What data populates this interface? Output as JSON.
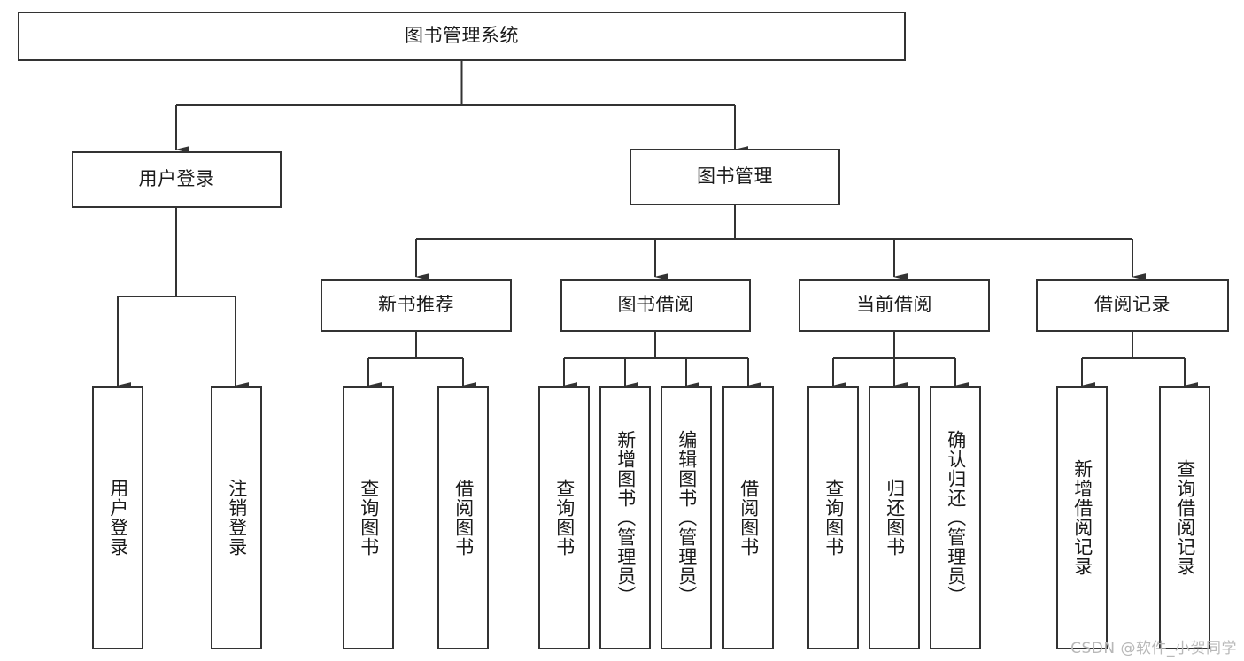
{
  "diagram": {
    "type": "tree-hierarchy-chart",
    "title": "图书管理系统",
    "root": {
      "id": "root",
      "label": "图书管理系统",
      "orientation": "horizontal"
    },
    "level2": [
      {
        "id": "user-login",
        "label": "用户登录",
        "orientation": "horizontal"
      },
      {
        "id": "book-manage",
        "label": "图书管理",
        "orientation": "horizontal"
      }
    ],
    "level3": [
      {
        "id": "new-book-recommend",
        "label": "新书推荐",
        "orientation": "horizontal",
        "parent": "book-manage"
      },
      {
        "id": "book-borrow",
        "label": "图书借阅",
        "orientation": "horizontal",
        "parent": "book-manage"
      },
      {
        "id": "current-borrow",
        "label": "当前借阅",
        "orientation": "horizontal",
        "parent": "book-manage"
      },
      {
        "id": "borrow-record",
        "label": "借阅记录",
        "orientation": "horizontal",
        "parent": "book-manage"
      }
    ],
    "leaves": [
      {
        "id": "leaf-user-login",
        "label": "用户登录",
        "parent": "user-login",
        "orientation": "vertical"
      },
      {
        "id": "leaf-logout-login",
        "label": "注销登录",
        "parent": "user-login",
        "orientation": "vertical"
      },
      {
        "id": "leaf-query-book-1",
        "label": "查询图书",
        "parent": "new-book-recommend",
        "orientation": "vertical"
      },
      {
        "id": "leaf-borrow-book-1",
        "label": "借阅图书",
        "parent": "new-book-recommend",
        "orientation": "vertical"
      },
      {
        "id": "leaf-query-book-2",
        "label": "查询图书",
        "parent": "book-borrow",
        "orientation": "vertical"
      },
      {
        "id": "leaf-add-book",
        "label": "新增图书（管理员）",
        "parent": "book-borrow",
        "orientation": "vertical"
      },
      {
        "id": "leaf-edit-book",
        "label": "编辑图书（管理员）",
        "parent": "book-borrow",
        "orientation": "vertical"
      },
      {
        "id": "leaf-borrow-book-2",
        "label": "借阅图书",
        "parent": "book-borrow",
        "orientation": "vertical"
      },
      {
        "id": "leaf-query-book-3",
        "label": "查询图书",
        "parent": "current-borrow",
        "orientation": "vertical"
      },
      {
        "id": "leaf-return-book",
        "label": "归还图书",
        "parent": "current-borrow",
        "orientation": "vertical"
      },
      {
        "id": "leaf-confirm-return",
        "label": "确认归还（管理员）",
        "parent": "current-borrow",
        "orientation": "vertical"
      },
      {
        "id": "leaf-add-record",
        "label": "新增借阅记录",
        "parent": "borrow-record",
        "orientation": "vertical"
      },
      {
        "id": "leaf-query-record",
        "label": "查询借阅记录",
        "parent": "borrow-record",
        "orientation": "vertical"
      }
    ],
    "colors": {
      "box_border": "#333333",
      "box_fill": "#ffffff",
      "connector": "#333333",
      "text": "#1a1a1a",
      "watermark": "#b8b8b8",
      "background": "#ffffff"
    }
  },
  "watermark": {
    "text": "CSDN @软件_小贺同学"
  }
}
